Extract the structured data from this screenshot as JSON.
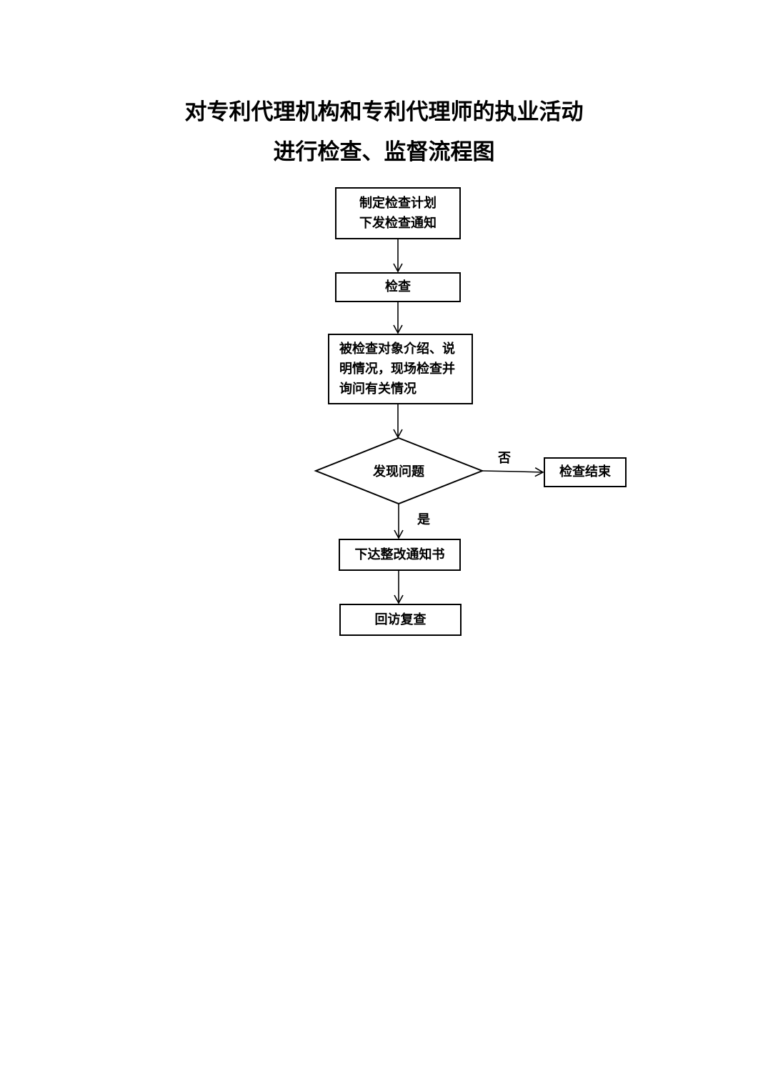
{
  "title": {
    "line1": "对专利代理机构和专利代理师的执业活动",
    "line2": "进行检查、监督流程图"
  },
  "nodes": {
    "plan": {
      "line1": "制定检查计划",
      "line2": "下发检查通知"
    },
    "check": {
      "label": "检查"
    },
    "intro": {
      "line1": "被检查对象介绍、说",
      "line2": "明情况，现场检查并",
      "line3": "询问有关情况"
    },
    "decision": {
      "label": "发现问题"
    },
    "end": {
      "label": "检查结束"
    },
    "notice": {
      "label": "下达整改通知书"
    },
    "revisit": {
      "label": "回访复查"
    }
  },
  "edges": {
    "no_label": "否",
    "yes_label": "是"
  }
}
